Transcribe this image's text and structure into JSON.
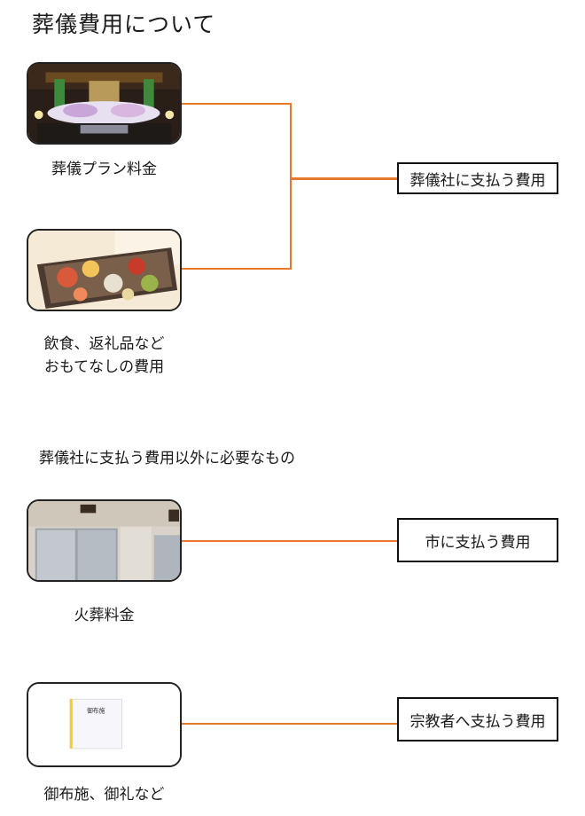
{
  "page": {
    "title": "葬儀費用について"
  },
  "colors": {
    "connector": "#e8782a",
    "box_border": "#111111"
  },
  "group1": {
    "items": [
      {
        "caption": "葬儀プラン料金",
        "image": "funeral-altar-photo"
      },
      {
        "caption_line1": "飲食、返礼品など",
        "caption_line2": "おもてなしの費用",
        "image": "bento-meal-photo"
      }
    ],
    "box_label": "葬儀社に支払う費用"
  },
  "section2": {
    "label": "葬儀社に支払う費用以外に必要なもの"
  },
  "group2": {
    "items": [
      {
        "caption": "火葬料金",
        "box_label": "市に支払う費用",
        "image": "crematorium-doors-photo"
      },
      {
        "caption": "御布施、御礼など",
        "box_label": "宗教者へ支払う費用",
        "image": "offering-envelope-photo"
      }
    ]
  }
}
